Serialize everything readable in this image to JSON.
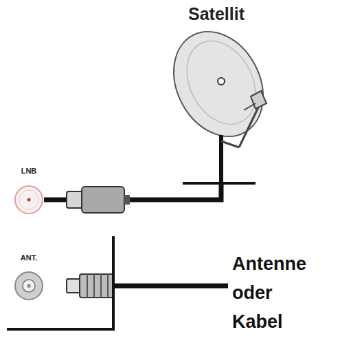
{
  "diagram": {
    "nodes": [
      {
        "text": [
          "Satellit"
        ]
      },
      {
        "text": [
          "LNB"
        ]
      },
      {
        "text": [
          "ANT."
        ]
      }
    ],
    "edges": [
      {
        "from": 1,
        "to": 0,
        "arrow": "none"
      }
    ],
    "labels": [
      "Antenne oder Kabel"
    ]
  }
}
